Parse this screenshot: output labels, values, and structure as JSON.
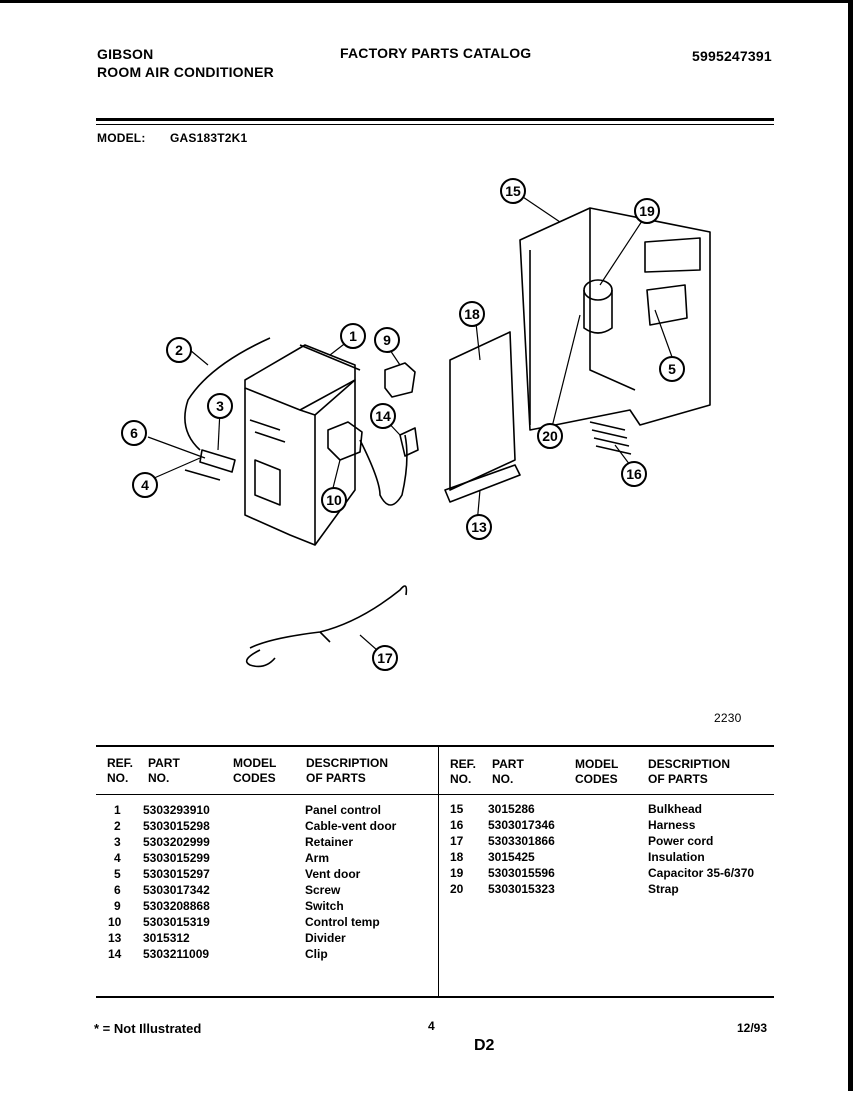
{
  "header": {
    "brand": "GIBSON",
    "product": "ROOM AIR CONDITIONER",
    "catalog_title": "FACTORY PARTS CATALOG",
    "catalog_number": "5995247391",
    "model_label": "MODEL:",
    "model_value": "GAS183T2K1"
  },
  "diagram": {
    "figure_number": "2230",
    "callouts": [
      "1",
      "2",
      "3",
      "4",
      "5",
      "6",
      "9",
      "10",
      "13",
      "14",
      "15",
      "16",
      "17",
      "18",
      "19",
      "20"
    ]
  },
  "table": {
    "headers": {
      "ref_1": "REF.",
      "ref_2": "NO.",
      "part_1": "PART",
      "part_2": "NO.",
      "model_1": "MODEL",
      "model_2": "CODES",
      "desc_1": "DESCRIPTION",
      "desc_2": "OF PARTS"
    },
    "left_rows": [
      {
        "ref": "1",
        "part": "5303293910",
        "desc": "Panel control"
      },
      {
        "ref": "2",
        "part": "5303015298",
        "desc": "Cable-vent door"
      },
      {
        "ref": "3",
        "part": "5303202999",
        "desc": "Retainer"
      },
      {
        "ref": "4",
        "part": "5303015299",
        "desc": "Arm"
      },
      {
        "ref": "5",
        "part": "5303015297",
        "desc": "Vent door"
      },
      {
        "ref": "6",
        "part": "5303017342",
        "desc": "Screw"
      },
      {
        "ref": "9",
        "part": "5303208868",
        "desc": "Switch"
      },
      {
        "ref": "10",
        "part": "5303015319",
        "desc": "Control temp"
      },
      {
        "ref": "13",
        "part": "3015312",
        "desc": "Divider"
      },
      {
        "ref": "14",
        "part": "5303211009",
        "desc": "Clip"
      }
    ],
    "right_rows": [
      {
        "ref": "15",
        "part": "3015286",
        "desc": "Bulkhead"
      },
      {
        "ref": "16",
        "part": "5303017346",
        "desc": "Harness"
      },
      {
        "ref": "17",
        "part": "5303301866",
        "desc": "Power cord"
      },
      {
        "ref": "18",
        "part": "3015425",
        "desc": "Insulation"
      },
      {
        "ref": "19",
        "part": "5303015596",
        "desc": "Capacitor 35-6/370"
      },
      {
        "ref": "20",
        "part": "5303015323",
        "desc": "Strap"
      }
    ]
  },
  "footer": {
    "note": "* = Not Illustrated",
    "page_number": "4",
    "section": "D2",
    "date": "12/93"
  }
}
